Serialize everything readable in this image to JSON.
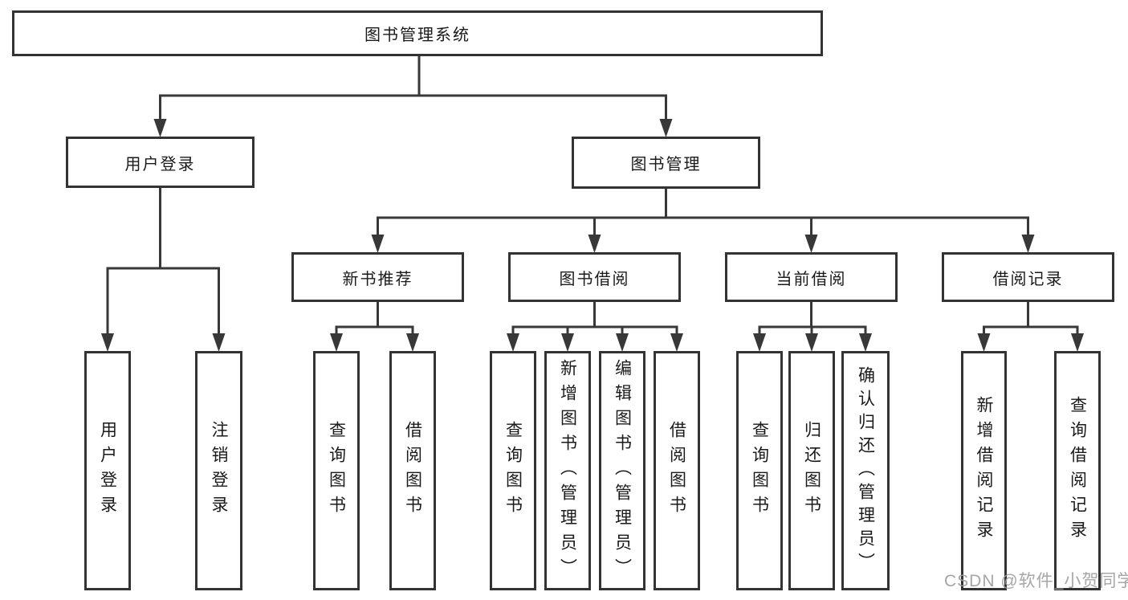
{
  "diagram": {
    "type": "hierarchy-tree",
    "colors": {
      "background": "#ffffff",
      "box_border": "#333333",
      "connector_line": "#383838",
      "arrowhead": "#383838",
      "text": "#1a1a1a",
      "watermark_text": "#9e9e9e"
    },
    "tree": {
      "root": {
        "label": "图书管理系统",
        "children": [
          {
            "label": "用户登录",
            "children": [
              {
                "label": "用户登录"
              },
              {
                "label": "注销登录"
              }
            ]
          },
          {
            "label": "图书管理",
            "children": [
              {
                "label": "新书推荐",
                "children": [
                  {
                    "label": "查询图书"
                  },
                  {
                    "label": "借阅图书"
                  }
                ]
              },
              {
                "label": "图书借阅",
                "children": [
                  {
                    "label": "查询图书"
                  },
                  {
                    "label": "新增图书（管理员）"
                  },
                  {
                    "label": "编辑图书（管理员）"
                  },
                  {
                    "label": "借阅图书"
                  }
                ]
              },
              {
                "label": "当前借阅",
                "children": [
                  {
                    "label": "查询图书"
                  },
                  {
                    "label": "归还图书"
                  },
                  {
                    "label": "确认归还（管理员）"
                  }
                ]
              },
              {
                "label": "借阅记录",
                "children": [
                  {
                    "label": "新增借阅记录"
                  },
                  {
                    "label": "查询借阅记录"
                  }
                ]
              }
            ]
          }
        ]
      }
    },
    "watermark": {
      "text": "CSDN @软件_小贺同学"
    }
  }
}
